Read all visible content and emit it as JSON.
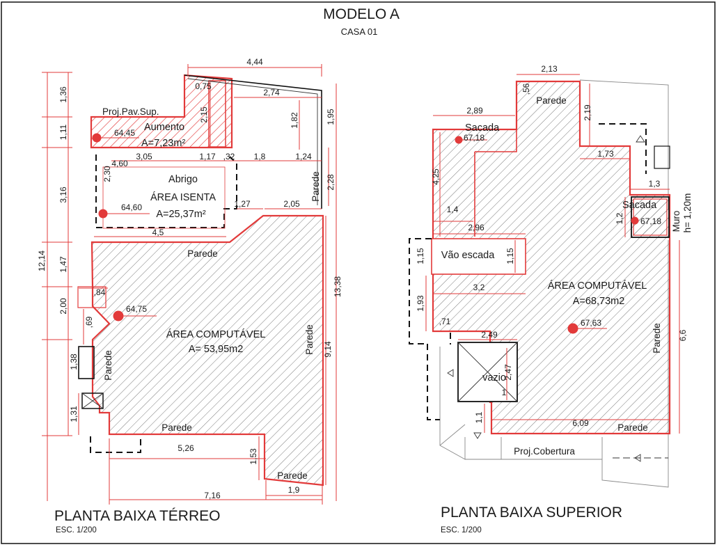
{
  "header": {
    "title": "MODELO A",
    "subtitle": "CASA 01"
  },
  "terreo": {
    "title": "PLANTA  BAIXA TÉRREO",
    "scale": "ESC. 1/200",
    "proj_label": "Proj.Pav.Sup.",
    "aumento_label": "Aumento",
    "aumento_area": "A=7,23m²",
    "aumento_level": "64,45",
    "abrigo_label": "Abrigo",
    "isenta_label": "ÁREA ISENTA",
    "isenta_area": "A=25,37m²",
    "isenta_level": "64,60",
    "comp_label": "ÁREA COMPUTÁVEL",
    "comp_area": "A= 53,95m2",
    "comp_level": "64,75",
    "wall_label": "Parede",
    "dims": {
      "d444": "4,44",
      "d274": "2,74",
      "d182": "1,82",
      "d195": "1,95",
      "d215": "2,15",
      "d075": "0,75",
      "d136": "1,36",
      "d111": "1,11",
      "d316": "3,16",
      "d147": "1,47",
      "d1214": "12,14",
      "d200": "2,00",
      "d138": "1,38",
      "d131": "1,31",
      "d084": ",84",
      "d069": ",69",
      "d305": "3,05",
      "d117": "1,17",
      "d032": ",32",
      "d18": "1,8",
      "d124": "1,24",
      "d460": "4,60",
      "d230": "2,30",
      "d127": "1,27",
      "d205": "2,05",
      "d45": "4,5",
      "d228": "2,28",
      "d1338": "13,38",
      "d914": "9,14",
      "d526": "5,26",
      "d153": "1,53",
      "d716": "7,16",
      "d19": "1,9"
    }
  },
  "superior": {
    "title": "PLANTA  BAIXA SUPERIOR",
    "scale": "ESC. 1/200",
    "sacada_label": "Sacada",
    "sacada1_level": "67,18",
    "sacada2_label": "Sacada",
    "sacada2_level": "67,18",
    "muro_label": "Muro",
    "muro_height": "h= 1,20m",
    "vao_label": "Vão escada",
    "comp_label": "ÁREA COMPUTÁVEL",
    "comp_area": "A=68,73m2",
    "comp_level": "67,63",
    "vazio_label": "vazio",
    "proj_cob_label": "Proj.Cobertura",
    "wall_label": "Parede",
    "dims": {
      "d213": "2,13",
      "d056": ",56",
      "d219": "2,19",
      "d289": "2,89",
      "d425": "4,25",
      "d173": "1,73",
      "d13": "1,3",
      "d12": "1,2",
      "d14": "1,4",
      "d296": "2,96",
      "d115a": "1,15",
      "d115b": "1,15",
      "d32": "3,2",
      "d193": "1,93",
      "d071": ",71",
      "d249": "2,49",
      "d247": "2,47",
      "d1": "1",
      "d11": "1,1",
      "d609": "6,09",
      "d66": "6,6"
    }
  }
}
